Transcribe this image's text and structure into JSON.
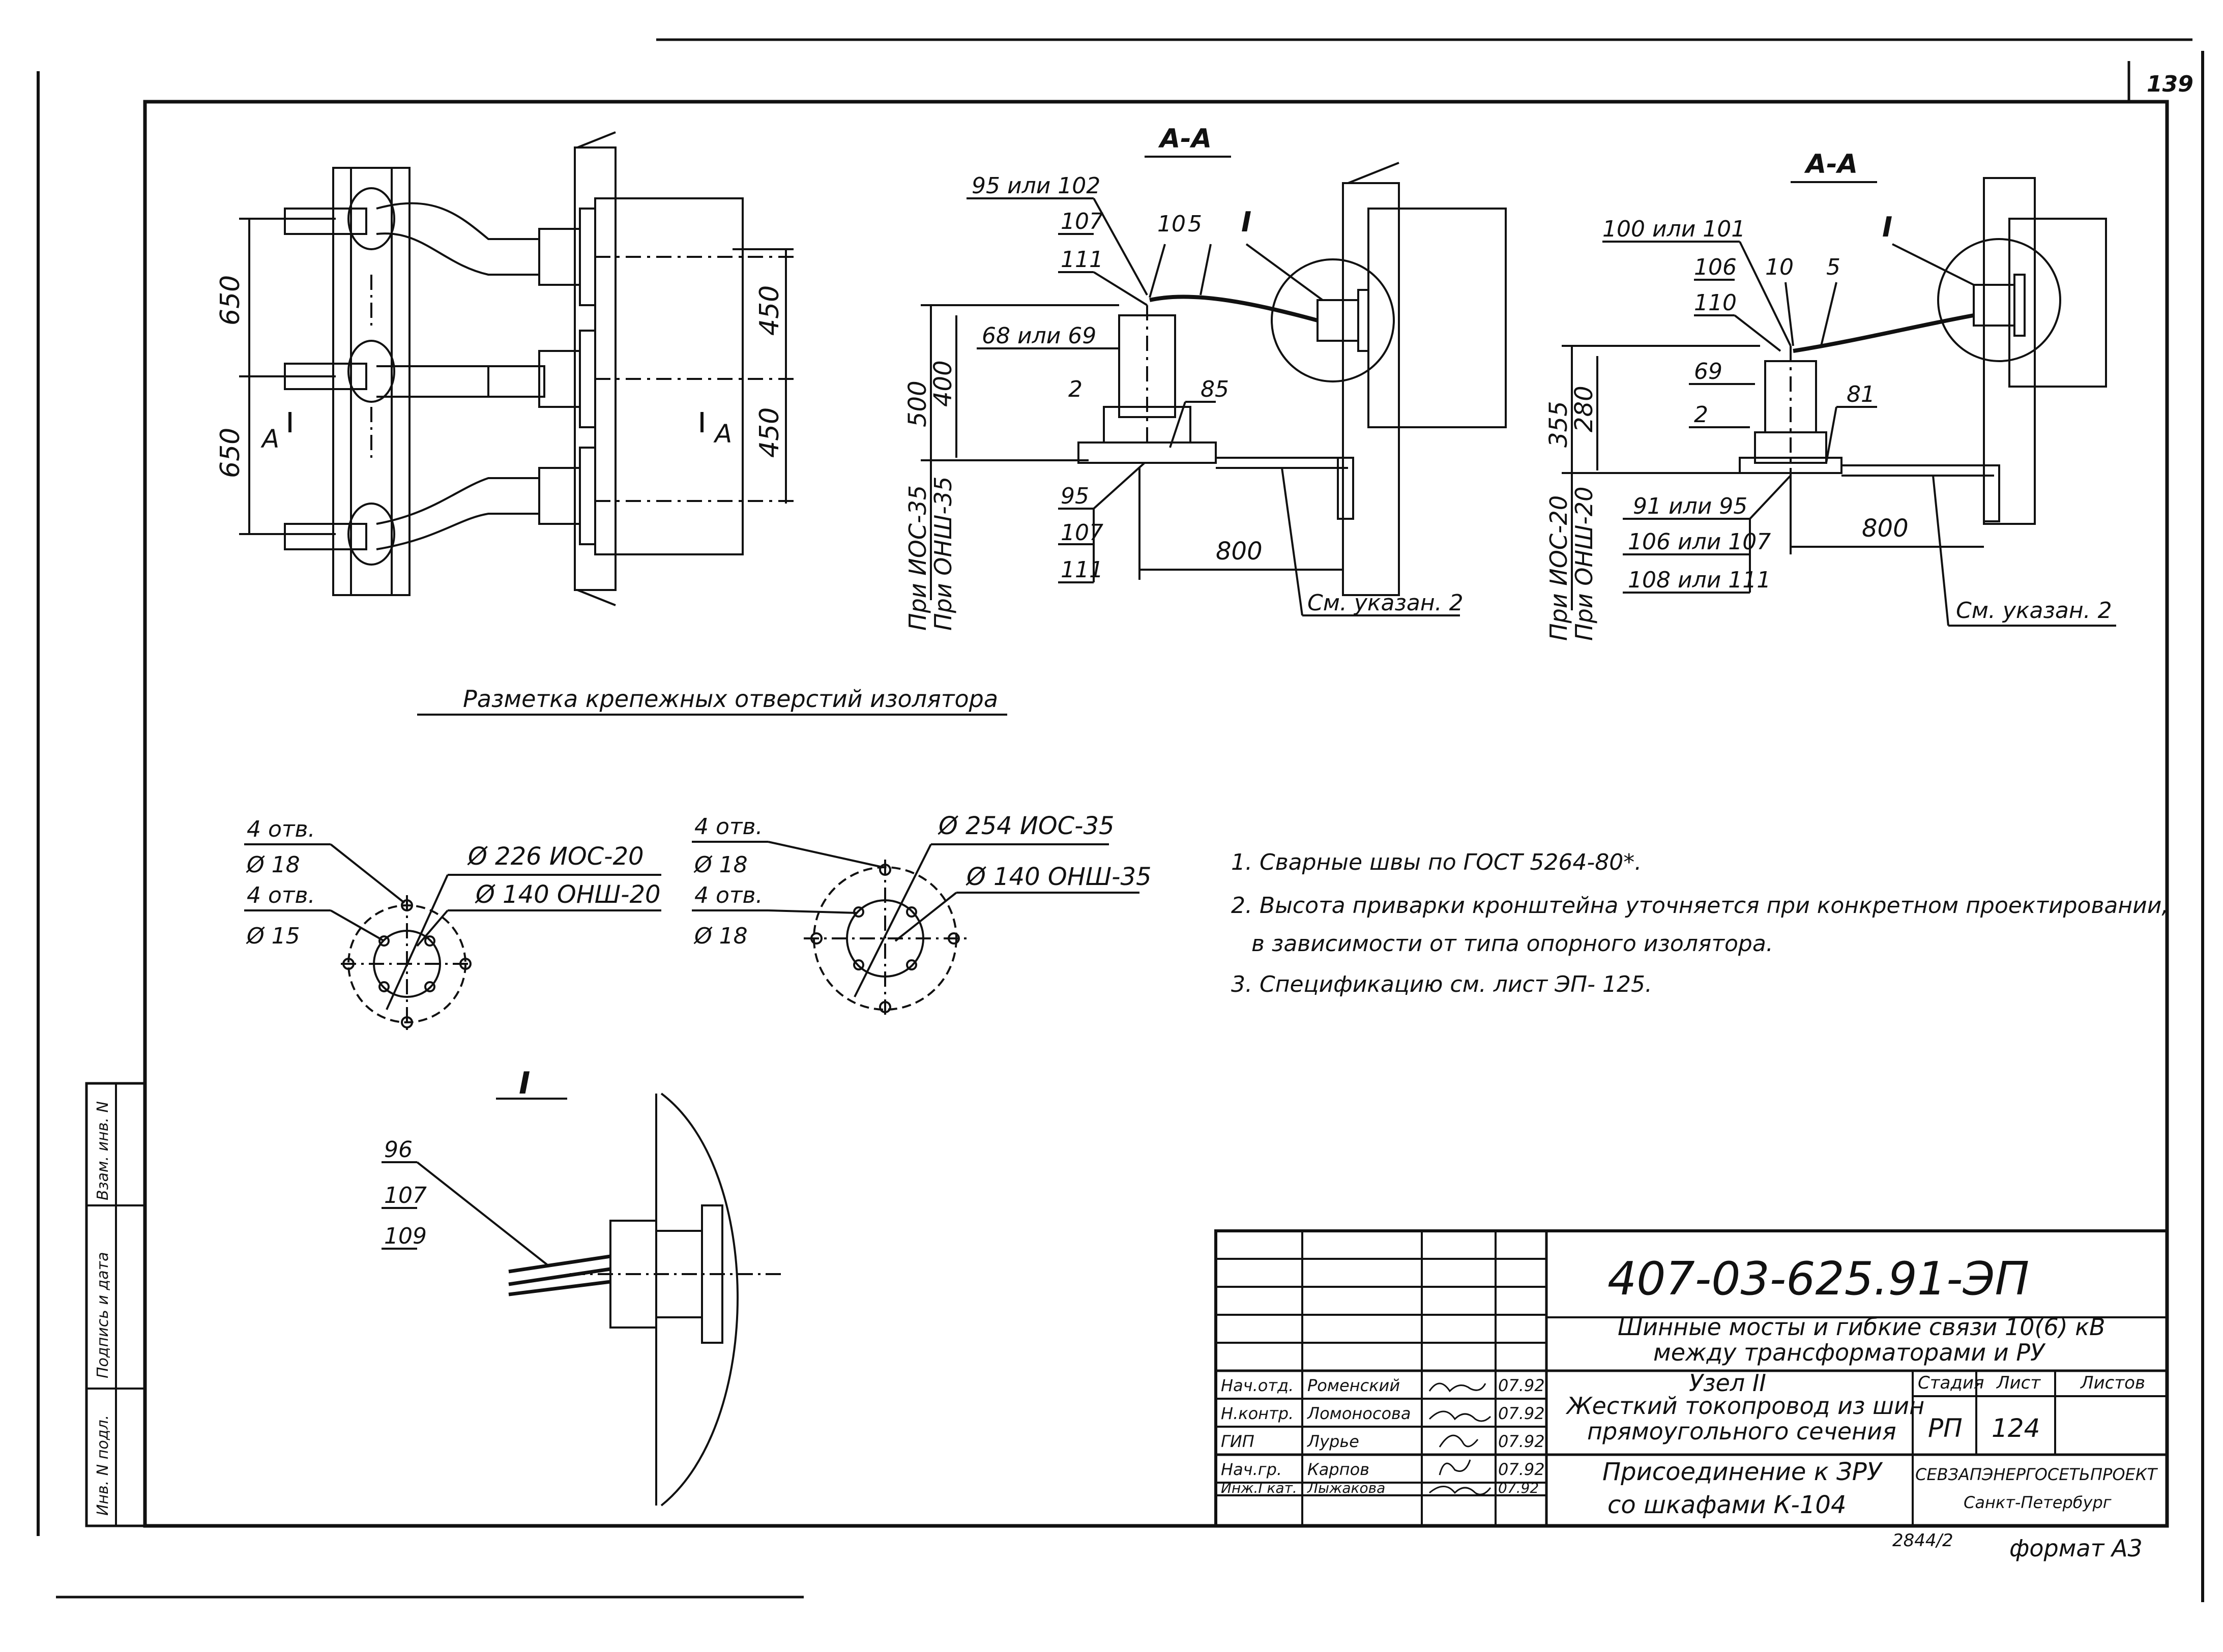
{
  "sheet": {
    "page_number": "139",
    "marking_title": "Разметка крепежных отверстий изолятора",
    "detail_title": "I"
  },
  "view1": {
    "dim_650_top": "650",
    "dim_650_bottom": "650",
    "dim_450_top": "450",
    "dim_450_bottom": "450",
    "section_mark_left": "A",
    "section_mark_right": "A"
  },
  "view2": {
    "title": "А-А",
    "callout_1": "95 или 102",
    "callout_2": "107",
    "callout_3": "10",
    "callout_4": "5",
    "callout_5": "I",
    "callout_6": "111",
    "callout_7": "68 или 69",
    "callout_8": "2",
    "callout_9": "85",
    "callout_10": "95",
    "callout_11": "107",
    "callout_12": "111",
    "dim_500": "500",
    "dim_400": "400",
    "side_1": "При ИОС-35",
    "side_2": "При ОНШ-35",
    "dim_800": "800",
    "note_ref": "См. указан. 2"
  },
  "view3": {
    "title": "А-А",
    "callout_1": "100 или 101",
    "callout_2": "106",
    "callout_3": "10",
    "callout_4": "5",
    "callout_5": "I",
    "callout_6": "110",
    "callout_7": "69",
    "callout_8": "2",
    "callout_9": "81",
    "dim_355": "355",
    "dim_280": "280",
    "side_1": "При ИОС-20",
    "side_2": "При ОНШ-20",
    "callout_10": "91 или 95",
    "callout_11": "106 или 107",
    "callout_12": "108 или 111",
    "dim_800": "800",
    "note_ref": "См. указан. 2"
  },
  "holes_left": {
    "a": "4 отв.",
    "b": "Ø 18",
    "c": "4 отв.",
    "d": "Ø 15",
    "e": "Ø 226  ИОС-20",
    "f": "Ø 140  ОНШ-20"
  },
  "holes_right": {
    "a": "4 отв.",
    "b": "Ø 18",
    "c": "4 отв.",
    "d": "Ø 18",
    "e": "Ø 254  ИОС-35",
    "f": "Ø 140  ОНШ-35"
  },
  "detail": {
    "c1": "96",
    "c2": "107",
    "c3": "109"
  },
  "notes": [
    "1.  Сварные швы по ГОСТ 5264-80*.",
    "2.  Высота приварки кронштейна уточняется при конкретном проектировании,",
    "в зависимости от типа опорного изолятора.",
    "3.  Спецификацию см. лист ЭП- 125."
  ],
  "left_strip": {
    "s1": "Взам. инв. N",
    "s2": "Подпись и дата",
    "s3": "Инв. N подл."
  },
  "title_block": {
    "code": "407-03-625.91-ЭП",
    "project_1": "Шинные мосты и гибкие связи 10(6) кВ",
    "project_2": "между трансформаторами и РУ",
    "node": "Узел II",
    "desc_1": "Жесткий токопровод из шин",
    "desc_2": "прямоугольного сечения",
    "sheet_title_1": "Присоединение к ЗРУ",
    "sheet_title_2": "со шкафами К-104",
    "h_stage": "Стадия",
    "h_sheet": "Лист",
    "h_sheets": "Листов",
    "stage": "РП",
    "sheet": "124",
    "org_1": "СЕВЗАПЭНЕРГОСЕТЬПРОЕКТ",
    "org_2": "Санкт-Петербург",
    "archive": "2844/2",
    "format": "формат А3",
    "staff": [
      {
        "role": "Нач.отд.",
        "name": "Роменский",
        "date": "07.92"
      },
      {
        "role": "Н.контр.",
        "name": "Ломоносова",
        "date": "07.92"
      },
      {
        "role": "ГИП",
        "name": "Лурье",
        "date": "07.92"
      },
      {
        "role": "Нач.гр.",
        "name": "Карпов",
        "date": "07.92"
      },
      {
        "role": "Инж.I кат.",
        "name": "Лыжакова",
        "date": "07.92"
      }
    ]
  }
}
